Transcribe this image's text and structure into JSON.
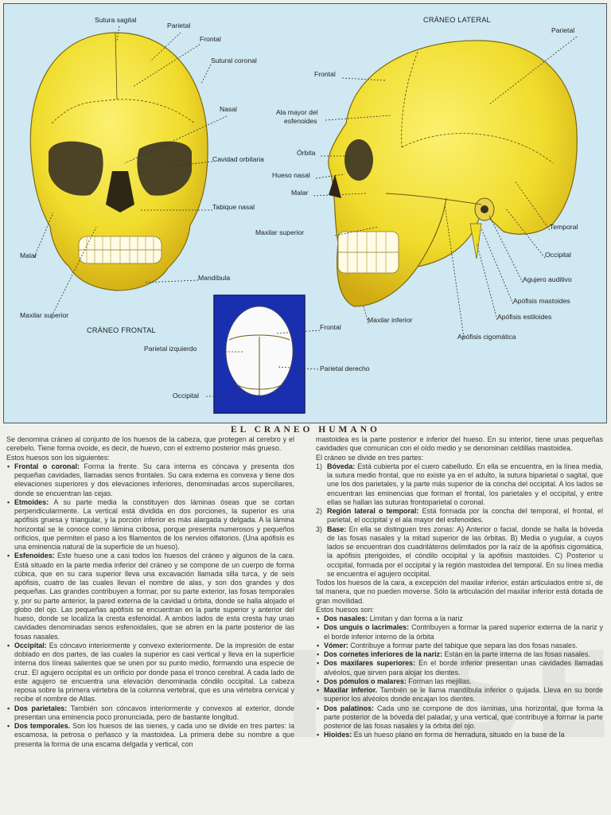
{
  "figure": {
    "colors": {
      "bone": "#f3e23b",
      "bone_shadow": "#d9b716",
      "background": "#cfe8f1",
      "inset": "#1a2fb0"
    },
    "front_title": "CRÁNEO FRONTAL",
    "lateral_title": "CRÁNEO LATERAL",
    "front_labels": {
      "sutura_sagital": "Sutura sagital",
      "parietal": "Parietal",
      "frontal": "Frontal",
      "sutura_coronal": "Sutural coronal",
      "nasal": "Nasal",
      "cavidad_orbitaria": "Cavidad orbitaria",
      "tabique_nasal": "Tabique nasal",
      "malar": "Malar",
      "mandibula": "Mandíbula",
      "maxilar_superior": "Maxilar superior"
    },
    "lateral_labels": {
      "parietal": "Parietal",
      "frontal": "Frontal",
      "ala_mayor_1": "Ala mayor del",
      "ala_mayor_2": "esfenoides",
      "orbita": "Órbita",
      "hueso_nasal": "Hueso nasal",
      "malar": "Malar",
      "maxilar_superior": "Maxilar superior",
      "temporal": "Temporal",
      "occipital": "Occipital",
      "agujero_auditivo": "Agujero auditivo",
      "apofisis_mastoides": "Apófisis mastoides",
      "apofisis_estiloides": "Apófisis estiloides",
      "maxilar_inferior": "Maxilar inferior",
      "apofisis_cigomatica": "Apófisis cigomática"
    },
    "top_labels": {
      "frontal": "Frontal",
      "parietal_izquierdo": "Parietal izquierdo",
      "parietal_derecho": "Parietal derecho",
      "occipital": "Occipital"
    }
  },
  "article": {
    "title": "EL CRANEO HUMANO",
    "watermark": "HISE",
    "left": {
      "intro": "Se denomina cráneo al conjunto de los huesos de la cabeza, que protegen al cerebro y el cerebelo. Tiene forma ovoide, es decir, de huevo, con el extremo posterior más grueso.",
      "lead": "Estos huesos son los siguientes:",
      "items": [
        {
          "term": "Frontal o coronal:",
          "text": "Forma la frente. Su cara interna es cóncava y presenta dos pequeñas cavidades, llamadas senos frontales. Su cara externa es convexa y tiene dos elevaciones superiores y dos elevaciones inferiores, denominadas arcos superciliares, donde se encuentran las cejas."
        },
        {
          "term": "Etmoides:",
          "text": "A su parte media la constituyen dos láminas óseas que se cortan perpendicularmente. La vertical está dividida en dos porciones, la superior es una apófisis gruesa y triangular, y la porción inferior es más alargada y delgada. A la lámina horizontal se le conoce como lámina cribosa, porque presenta numerosos y pequeños orificios, que permiten el paso a los filamentos de los nervios olfatorios. (Una apófisis es una eminencia natural de la superficie de un hueso)."
        },
        {
          "term": "Esfenoides:",
          "text": "Este hueso une a casi todos los huesos del cráneo y algunos de la cara. Está situado en la parte media inferior del cráneo y se compone de un cuerpo de forma cúbica, que en su cara superior lleva una excavación llamada silla turca, y de seis apófisis, cuatro de las cuales llevan el nombre de alas, y son dos grandes y dos pequeñas. Las grandes contribuyen a formar, por su parte exterior, las fosas temporales y, por su parte anterior, la pared externa de la cavidad u órbita, donde se halla alojado el globo del ojo. Las pequeñas apófisis se encuentran en la parte superior y anterior del hueso, donde se localiza la cresta esfenoidal. A ambos lados de esta cresta hay unas cavidades denominadas senos esfenoidales, que se abren en la parte posterior de las fosas nasales."
        },
        {
          "term": "Occipital:",
          "text": "Es cóncavo interiormente y convexo exteriormente. De la impresión de estar doblado en dos partes, de las cuales la superior es casi vertical y lleva en la superficie interna dos líneas salientes que se unen por su punto medio, formando una especie de cruz. El agujero occipital es un orificio por donde pasa el tronco cerebral. A cada lado de este agujero se encuentra una elevación denominada cóndilo occipital. La cabeza reposa sobre la primera vértebra de la columna vertebral, que es una vértebra cervical y recibe el nombre de Atlas."
        },
        {
          "term": "Dos parietales:",
          "text": "También son cóncavos interiormente y convexos al exterior, donde presentan una eminencia poco pronunciada, pero de bastante longitud."
        },
        {
          "term": "Dos temporales.",
          "text": "Son los huesos de las sienes, y cada uno se divide en tres partes: la escamosa, la petrosa o peñasco y la mastoidea. La primera debe su nombre a que presenta la forma de una escama delgada y vertical, con"
        }
      ]
    },
    "right": {
      "intro": "mastoidea es la parte posterior e inferior del hueso. En su interior, tiene unas pequeñas cavidades que comunican con el oído medio y se denominan celdillas mastoidea.",
      "lead": "El cráneo se divide en tres partes:",
      "parts": [
        {
          "num": "1)",
          "term": "Bóveda:",
          "text": "Está cubierta por el cuero cabelludo. En ella se encuentra, en la línea media, la sutura medio frontal, que no existe ya en el adulto, la sutura biparietal o sagital, que une los dos parietales, y la parte más superior de la concha del occipital. A los lados se encuentran las eminencias que forman el frontal, los parietales y el occipital, y entre ellas se hallan las suturas frontoparietal o coronal."
        },
        {
          "num": "2)",
          "term": "Región lateral o temporal:",
          "text": "Está formada por la concha del temporal, el frontal, el parietal, el occipital y el ala mayor del esfenoides."
        },
        {
          "num": "3)",
          "term": "Base:",
          "text": "En ella se distinguen tres zonas: A) Anterior o facial, donde se halla la bóveda de las fosas nasales y la mitad superior de las órbitas. B) Media o yugular, a cuyos lados se encuentran dos cuadriláteros delimitados por la raíz de la apófisis cigomática, la apófisis pterigoides, el cóndilo occipital y la apófisis mastoides. C) Posterior u occipital, formada por el occipital y la región mastoidea del temporal. En su línea media se encuentra el agujero occipital."
        }
      ],
      "face_intro": "Todos los huesos de la cara, a excepción del maxilar inferior, están articulados entre sí, de tal manera, que no pueden moverse. Sólo la articulación del maxilar inferior está dotada de gran movilidad.",
      "face_lead": "Estos huesos son:",
      "face_items": [
        {
          "term": "Dos nasales:",
          "text": "Limitan y dan forma a la nariz"
        },
        {
          "term": "Dos unguis o lacrimales:",
          "text": "Contribuyen a formar la pared superior externa de la nariz y el borde inferior interno de la órbita"
        },
        {
          "term": "Vómer:",
          "text": "Contribuye a formar parte del tabique que separa las dos fosas nasales."
        },
        {
          "term": "Dos cornetes inferiores de la nariz:",
          "text": "Están en la parte interna de las fosas nasales."
        },
        {
          "term": "Dos maxilares superiores:",
          "text": "En el borde inferior presentan unas cavidades llamadas alvéolos, que sirven para alojar los dientes."
        },
        {
          "term": "Dos pómulos o malares:",
          "text": "Forman las mejillas."
        },
        {
          "term": "Maxilar inferior.",
          "text": "También se le llama mandíbula inferior o quijada. Lleva en su borde superior los alvéolos donde encajan los dientes."
        },
        {
          "term": "Dos palatinos:",
          "text": "Cada uno se compone de dos láminas, una horizontal, que forma la parte posterior de la bóveda del paladar, y una vertical, que contribuye a formar la parte posterior de las fosas nasales y la órbita del ojo."
        },
        {
          "term": "Hioides:",
          "text": "Es un hueso plano en forma de herradura, situado en la base de la"
        }
      ]
    }
  }
}
